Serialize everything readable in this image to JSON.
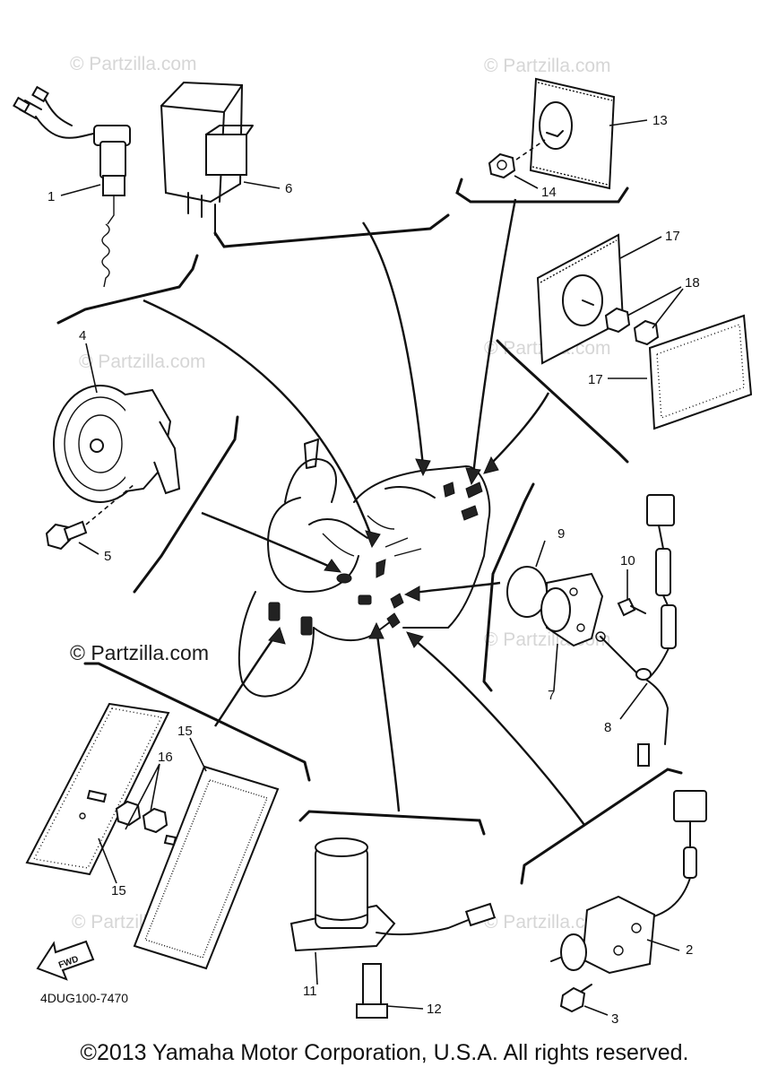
{
  "watermark": "© Partzilla.com",
  "diagram_code": "4DUG100-7470",
  "copyright": "©2013 Yamaha Motor Corporation, U.S.A. All rights reserved.",
  "fwd_label": "FWD",
  "callouts": {
    "c1": "1",
    "c2": "2",
    "c3": "3",
    "c4": "4",
    "c5": "5",
    "c6": "6",
    "c7": "7",
    "c8": "8",
    "c9": "9",
    "c10": "10",
    "c11": "11",
    "c12": "12",
    "c13": "13",
    "c14": "14",
    "c15a": "15",
    "c15b": "15",
    "c16": "16",
    "c17a": "17",
    "c17b": "17",
    "c18": "18"
  }
}
